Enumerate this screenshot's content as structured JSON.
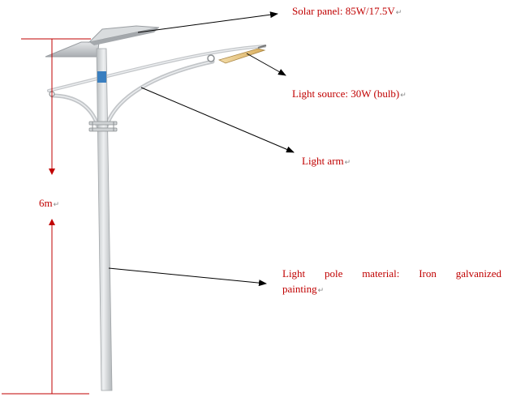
{
  "labels": {
    "solar_panel": "Solar panel: 85W/17.5V",
    "light_source": "Light source: 30W (bulb)",
    "light_arm": "Light arm",
    "height": "6m",
    "pole_material_line1": [
      "Light",
      "pole",
      "material:",
      "Iron",
      "galvanized"
    ],
    "pole_material_line2": "painting"
  },
  "paragraph_mark": "↵",
  "colors": {
    "label_text": "#c00000",
    "dimension_line": "#c00000",
    "leader_line": "#000000",
    "pole": "#d4d7d9",
    "panel": "#c7cbce",
    "arm": "#c9ccce",
    "clamp": "#3a7fc0",
    "bulb": "#e8c37a"
  }
}
